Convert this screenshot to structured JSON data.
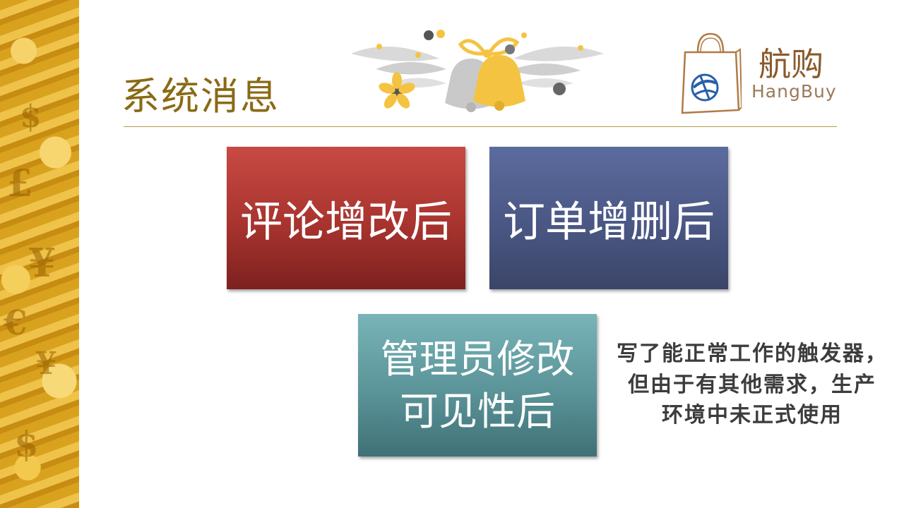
{
  "slide": {
    "title": "系统消息",
    "logo": {
      "name_cn": "航购",
      "name_en": "HangBuy"
    },
    "boxes": {
      "comment": "评论增改后",
      "order": "订单增删后",
      "admin_line1": "管理员修改",
      "admin_line2": "可见性后"
    },
    "note_lines": [
      "写了能正常工作的触发器，",
      "但由于有其他需求，生产",
      "环境中未正式使用"
    ]
  },
  "colors": {
    "title": "#8a6a14",
    "red_box": "#a8332e",
    "blue_box": "#4a5784",
    "teal_box": "#5a9398",
    "gold": "#e3b232"
  }
}
